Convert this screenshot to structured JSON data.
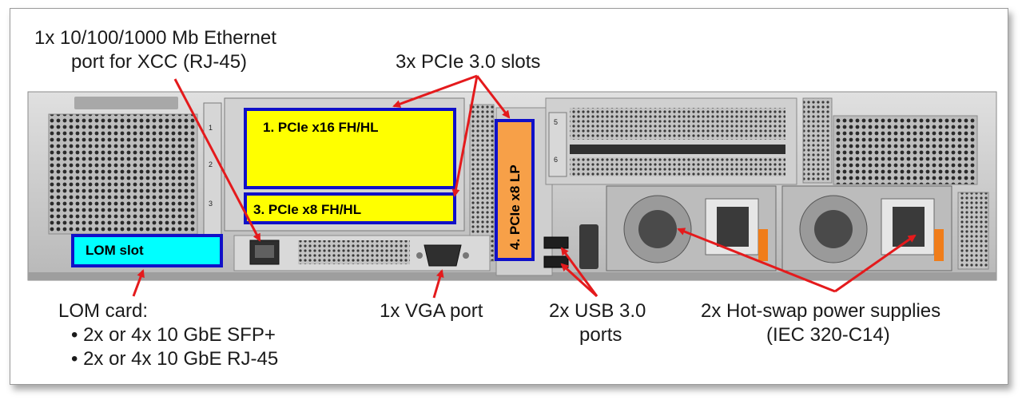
{
  "callouts": {
    "ethernet_line1": "1x 10/100/1000 Mb Ethernet",
    "ethernet_line2": "port for XCC (RJ-45)",
    "pcie_slots": "3x PCIe 3.0 slots",
    "lom_card_title": "LOM card:",
    "lom_card_bullets": [
      "2x or 4x 10 GbE SFP+",
      "2x or 4x 10 GbE RJ-45"
    ],
    "vga": "1x VGA port",
    "usb_line1": "2x USB 3.0",
    "usb_line2": "ports",
    "psu_line1": "2x Hot-swap power supplies",
    "psu_line2": "(IEC 320-C14)"
  },
  "slot_blocks": {
    "pcie_x16": "1. PCIe x16 FH/HL",
    "pcie_x8": "3. PCIe x8 FH/HL",
    "pcie_x8_lp": "4. PCIe x8 LP",
    "lom_slot": "LOM slot"
  },
  "slot_numbers": [
    "1",
    "2",
    "3",
    "4",
    "5",
    "6"
  ],
  "colors": {
    "slot_fill_yellow": "#ffff00",
    "slot_fill_orange": "#f7a048",
    "slot_fill_cyan": "#00ffff",
    "slot_border": "#1010c8",
    "arrow": "#e41a1c",
    "chassis": "#c9c9c9"
  }
}
